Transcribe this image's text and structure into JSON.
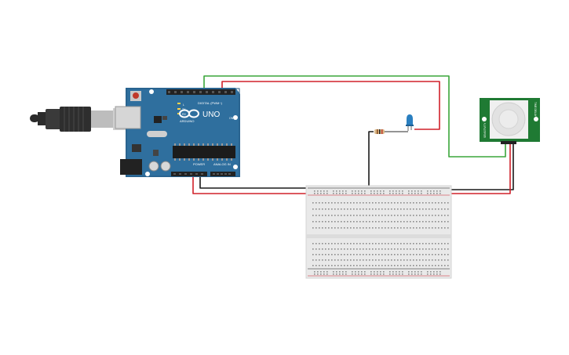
{
  "arduino": {
    "logo_text": "UNO",
    "brand_text": "ARDUINO",
    "digital_header": "DIGITAL (PWM~)",
    "power_header": "POWER",
    "analog_header": "ANALOG IN",
    "tx_label": "TX",
    "rx_label": "RX",
    "l_label": "L",
    "on_label": "ON"
  },
  "pir": {
    "left_label": "SENSITIVITY",
    "right_label": "TIME DELAY"
  },
  "colors": {
    "board_blue": "#2f6f9e",
    "wire_red": "#d0212a",
    "wire_black": "#1a1a1a",
    "wire_green": "#3aa63a",
    "pir_green": "#1f7a33",
    "led_blue": "#2a7fc0",
    "breadboard": "#e9e9e9"
  },
  "icons": [
    "usb-cable-icon",
    "infinity-logo-icon",
    "led-icon",
    "resistor-icon"
  ]
}
